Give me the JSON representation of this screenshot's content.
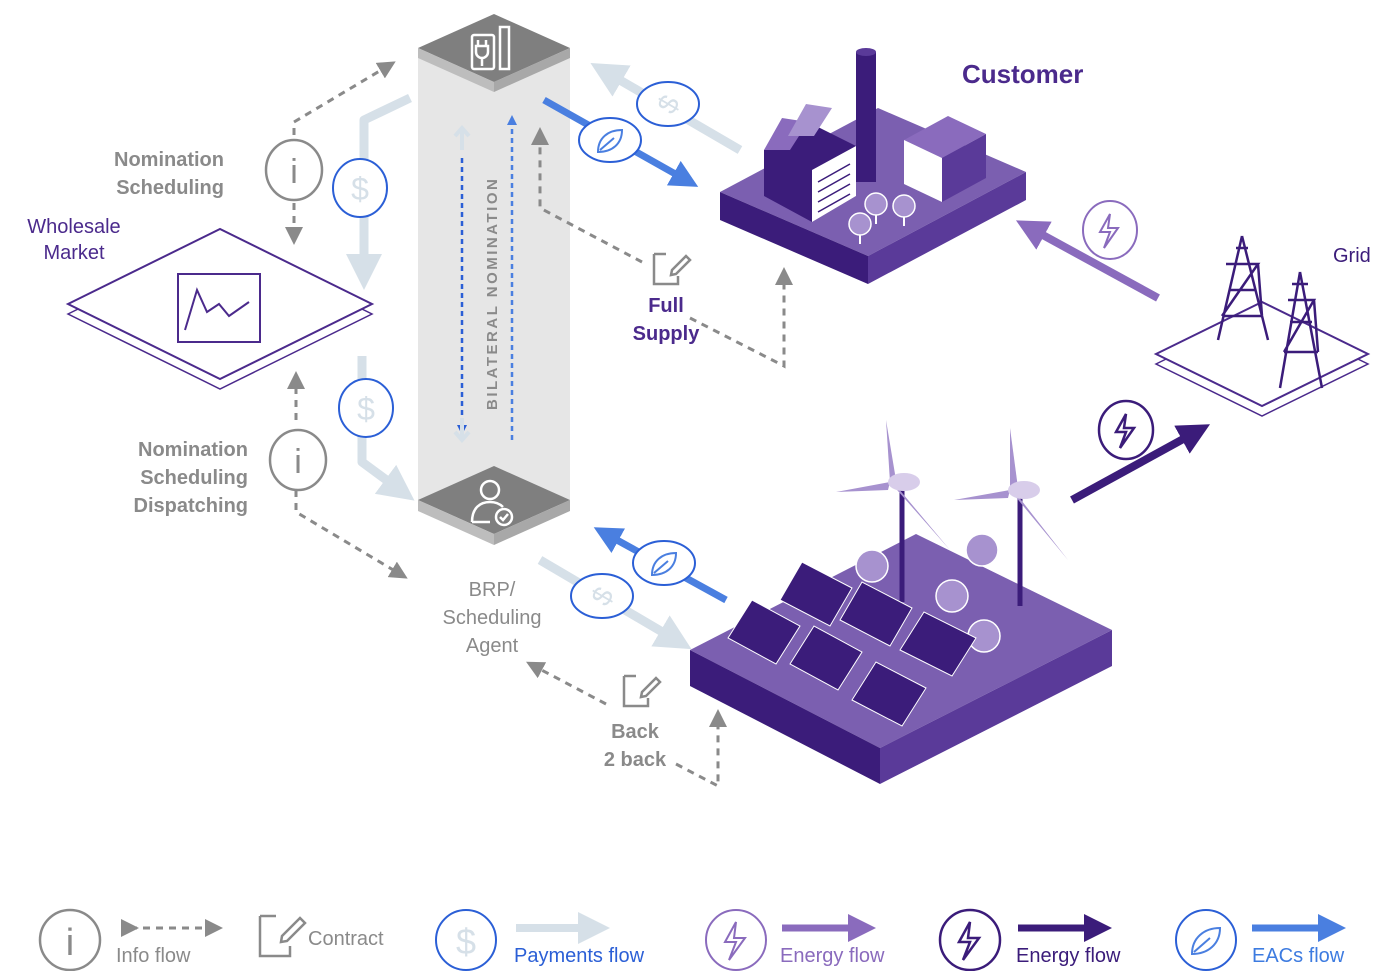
{
  "labels": {
    "customer": "Customer",
    "grid": "Grid",
    "wholesale_market": [
      "Wholesale",
      "Market"
    ],
    "nomination_top": [
      "Nomination",
      "Scheduling"
    ],
    "nomination_bottom": [
      "Nomination",
      "Scheduling",
      "Dispatching"
    ],
    "bilateral": "BILATERAL NOMINATION",
    "full_supply": [
      "Full",
      "Supply"
    ],
    "brp": [
      "BRP/",
      "Scheduling",
      "Agent"
    ],
    "back2back": [
      "Back",
      "2 back"
    ]
  },
  "legend": [
    {
      "icon": "info-icon",
      "label": "Info flow",
      "color": "#8a8a8a"
    },
    {
      "icon": "contract-icon",
      "label": "Contract",
      "color": "#8a8a8a"
    },
    {
      "icon": "dollar-icon",
      "label": "Payments flow",
      "color": "#2b5fd6"
    },
    {
      "icon": "lightning-icon",
      "label": "Energy flow",
      "color": "#8a6bbd"
    },
    {
      "icon": "lightning-icon",
      "label": "Energy flow",
      "color": "#3b1c7a"
    },
    {
      "icon": "leaf-icon",
      "label": "EACs flow",
      "color": "#3d7be0"
    }
  ],
  "colors": {
    "purple_dark": "#3b1c7a",
    "purple_mid": "#7b5fb0",
    "purple_light": "#a792cf",
    "gray": "#8a8a8a",
    "payments": "#d6e0e8",
    "eac": "#4a7fe0"
  }
}
